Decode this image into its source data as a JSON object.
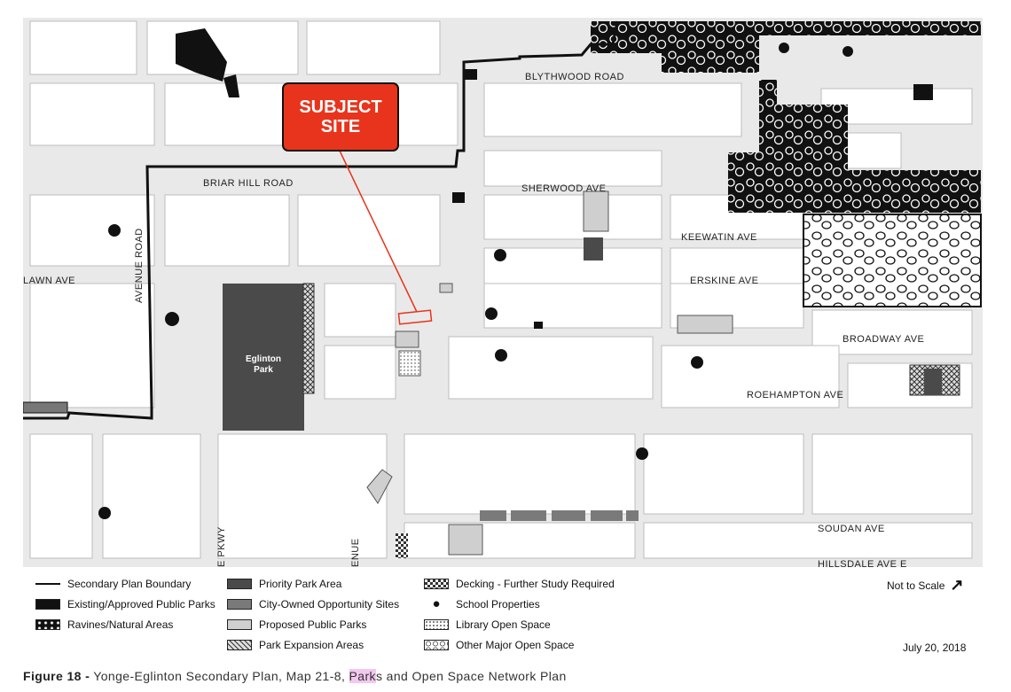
{
  "callout": {
    "line1": "SUBJECT",
    "line2": "SITE"
  },
  "roads": {
    "blythwood": "BLYTHWOOD ROAD",
    "briar_hill": "BRIAR HILL ROAD",
    "sherwood": "SHERWOOD AVE",
    "keewatin": "KEEWATIN AVE",
    "erskine": "ERSKINE AVE",
    "lawn": "LAWN AVE",
    "avenue_road": "AVENUE ROAD",
    "broadway": "BROADWAY AVE",
    "roehampton": "ROEHAMPTON AVE",
    "soudan": "SOUDAN AVE",
    "hillsdale": "HILLSDALE AVE E",
    "pkwy": "E PKWY",
    "enue": "ENUE"
  },
  "park_label": {
    "line1": "Eglinton",
    "line2": "Park"
  },
  "legend": [
    {
      "label": "Secondary Plan Boundary",
      "swatch": "line"
    },
    {
      "label": "Existing/Approved Public Parks",
      "swatch": "black"
    },
    {
      "label": "Ravines/Natural Areas",
      "swatch": "ravine"
    },
    {
      "label": "Priority Park Area",
      "swatch": "darkgrey"
    },
    {
      "label": "City-Owned Opportunity Sites",
      "swatch": "midgrey"
    },
    {
      "label": "Proposed Public Parks",
      "swatch": "lightgrey"
    },
    {
      "label": "Park Expansion Areas",
      "swatch": "crosshatch"
    },
    {
      "label": "Decking - Further Study Required",
      "swatch": "checker"
    },
    {
      "label": "School Properties",
      "swatch": "apple"
    },
    {
      "label": "Library Open Space",
      "swatch": "dotted"
    },
    {
      "label": "Other Major Open Space",
      "swatch": "bubbles"
    }
  ],
  "scale_note": "Not to Scale",
  "date": "July 20, 2018",
  "caption": {
    "figure": "Figure 18 -",
    "text_before": "Yonge-Eglinton Secondary Plan, Map 21-8,",
    "highlight": "Park",
    "text_after": "s and Open Space Network Plan"
  },
  "colors": {
    "callout": "#e8341c",
    "priority_park": "#4a4a4a",
    "opportunity": "#7a7a7a",
    "proposed": "#cfcfcf",
    "highlight": "#f3c7ef"
  }
}
